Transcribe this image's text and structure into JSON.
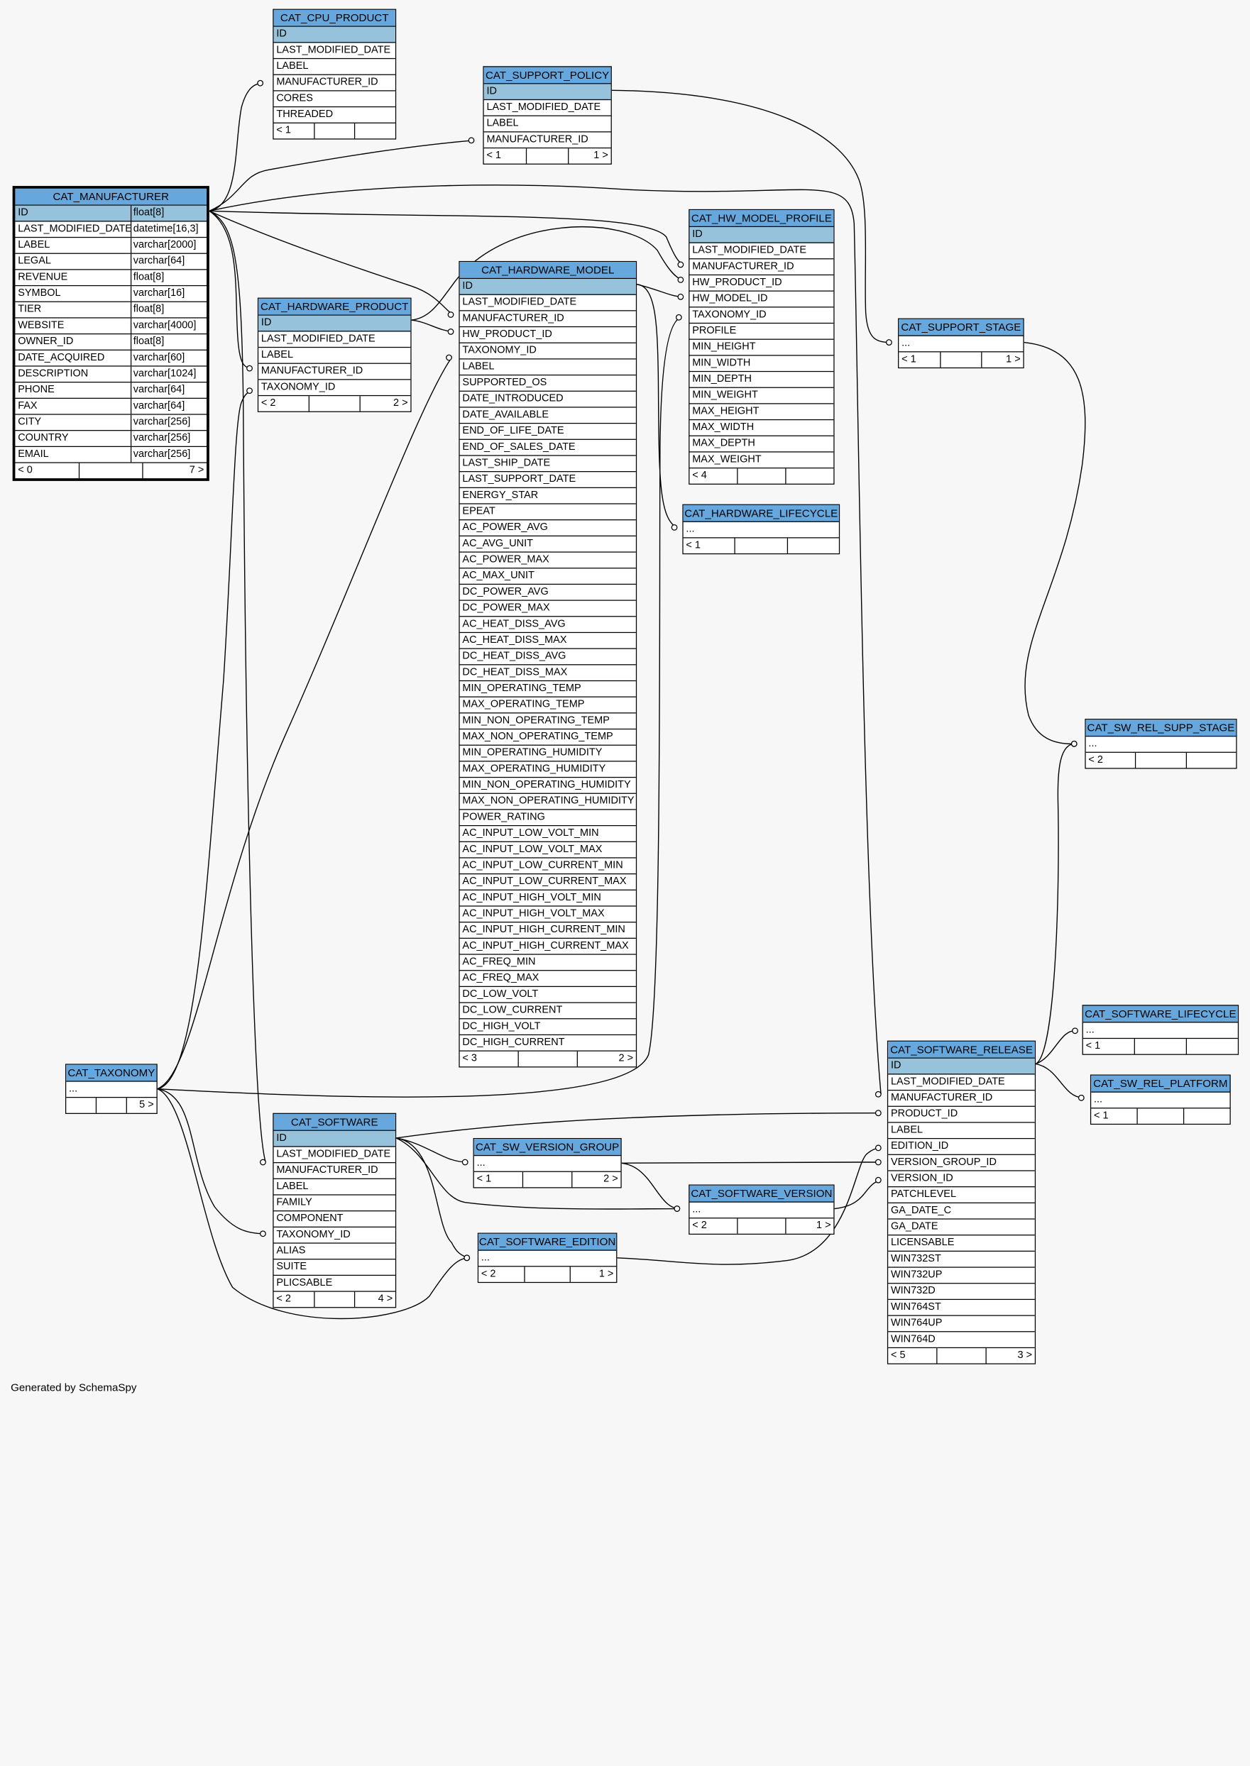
{
  "footer_text": "Generated by SchemaSpy",
  "colors": {
    "header": "#66a8de",
    "primary_key_row": "#96c2dc",
    "background": "#f7f7f7"
  },
  "tables": [
    {
      "name": "CAT_CPU_PRODUCT",
      "rows": [
        "ID",
        "LAST_MODIFIED_DATE",
        "LABEL",
        "MANUFACTURER_ID",
        "CORES",
        "THREADED"
      ],
      "footer": [
        "< 1",
        "",
        ""
      ]
    },
    {
      "name": "CAT_SUPPORT_POLICY",
      "rows": [
        "ID",
        "LAST_MODIFIED_DATE",
        "LABEL",
        "MANUFACTURER_ID"
      ],
      "footer": [
        "< 1",
        "",
        "1 >"
      ]
    },
    {
      "name": "CAT_MANUFACTURER",
      "rows": [
        "ID",
        "LAST_MODIFIED_DATE",
        "LABEL",
        "LEGAL",
        "REVENUE",
        "SYMBOL",
        "TIER",
        "WEBSITE",
        "OWNER_ID",
        "DATE_ACQUIRED",
        "DESCRIPTION",
        "PHONE",
        "FAX",
        "CITY",
        "COUNTRY",
        "EMAIL"
      ],
      "types": [
        "float[8]",
        "datetime[16,3]",
        "varchar[2000]",
        "varchar[64]",
        "float[8]",
        "varchar[16]",
        "float[8]",
        "varchar[4000]",
        "float[8]",
        "varchar[60]",
        "varchar[1024]",
        "varchar[64]",
        "varchar[64]",
        "varchar[256]",
        "varchar[256]",
        "varchar[256]"
      ],
      "footer": [
        "< 0",
        "",
        "7 >"
      ]
    },
    {
      "name": "CAT_HW_MODEL_PROFILE",
      "rows": [
        "ID",
        "LAST_MODIFIED_DATE",
        "MANUFACTURER_ID",
        "HW_PRODUCT_ID",
        "HW_MODEL_ID",
        "TAXONOMY_ID",
        "PROFILE",
        "MIN_HEIGHT",
        "MIN_WIDTH",
        "MIN_DEPTH",
        "MIN_WEIGHT",
        "MAX_HEIGHT",
        "MAX_WIDTH",
        "MAX_DEPTH",
        "MAX_WEIGHT"
      ],
      "footer": [
        "< 4",
        "",
        ""
      ]
    },
    {
      "name": "CAT_HARDWARE_MODEL",
      "rows": [
        "ID",
        "LAST_MODIFIED_DATE",
        "MANUFACTURER_ID",
        "HW_PRODUCT_ID",
        "TAXONOMY_ID",
        "LABEL",
        "SUPPORTED_OS",
        "DATE_INTRODUCED",
        "DATE_AVAILABLE",
        "END_OF_LIFE_DATE",
        "END_OF_SALES_DATE",
        "LAST_SHIP_DATE",
        "LAST_SUPPORT_DATE",
        "ENERGY_STAR",
        "EPEAT",
        "AC_POWER_AVG",
        "AC_AVG_UNIT",
        "AC_POWER_MAX",
        "AC_MAX_UNIT",
        "DC_POWER_AVG",
        "DC_POWER_MAX",
        "AC_HEAT_DISS_AVG",
        "AC_HEAT_DISS_MAX",
        "DC_HEAT_DISS_AVG",
        "DC_HEAT_DISS_MAX",
        "MIN_OPERATING_TEMP",
        "MAX_OPERATING_TEMP",
        "MIN_NON_OPERATING_TEMP",
        "MAX_NON_OPERATING_TEMP",
        "MIN_OPERATING_HUMIDITY",
        "MAX_OPERATING_HUMIDITY",
        "MIN_NON_OPERATING_HUMIDITY",
        "MAX_NON_OPERATING_HUMIDITY",
        "POWER_RATING",
        "AC_INPUT_LOW_VOLT_MIN",
        "AC_INPUT_LOW_VOLT_MAX",
        "AC_INPUT_LOW_CURRENT_MIN",
        "AC_INPUT_LOW_CURRENT_MAX",
        "AC_INPUT_HIGH_VOLT_MIN",
        "AC_INPUT_HIGH_VOLT_MAX",
        "AC_INPUT_HIGH_CURRENT_MIN",
        "AC_INPUT_HIGH_CURRENT_MAX",
        "AC_FREQ_MIN",
        "AC_FREQ_MAX",
        "DC_LOW_VOLT",
        "DC_LOW_CURRENT",
        "DC_HIGH_VOLT",
        "DC_HIGH_CURRENT"
      ],
      "footer": [
        "< 3",
        "",
        "2 >"
      ]
    },
    {
      "name": "CAT_HARDWARE_PRODUCT",
      "rows": [
        "ID",
        "LAST_MODIFIED_DATE",
        "LABEL",
        "MANUFACTURER_ID",
        "TAXONOMY_ID"
      ],
      "footer": [
        "< 2",
        "",
        "2 >"
      ]
    },
    {
      "name": "CAT_SUPPORT_STAGE",
      "rows": [
        "..."
      ],
      "footer": [
        "< 1",
        "",
        "1 >"
      ]
    },
    {
      "name": "CAT_HARDWARE_LIFECYCLE",
      "rows": [
        "..."
      ],
      "footer": [
        "< 1",
        "",
        ""
      ]
    },
    {
      "name": "CAT_SW_REL_SUPP_STAGE",
      "rows": [
        "..."
      ],
      "footer": [
        "< 2",
        "",
        ""
      ]
    },
    {
      "name": "CAT_SOFTWARE_LIFECYCLE",
      "rows": [
        "..."
      ],
      "footer": [
        "< 1",
        "",
        ""
      ]
    },
    {
      "name": "CAT_SW_REL_PLATFORM",
      "rows": [
        "..."
      ],
      "footer": [
        "< 1",
        "",
        ""
      ]
    },
    {
      "name": "CAT_TAXONOMY",
      "rows": [
        "..."
      ],
      "footer": [
        "",
        "",
        "5 >"
      ]
    },
    {
      "name": "CAT_SOFTWARE",
      "rows": [
        "ID",
        "LAST_MODIFIED_DATE",
        "MANUFACTURER_ID",
        "LABEL",
        "FAMILY",
        "COMPONENT",
        "TAXONOMY_ID",
        "ALIAS",
        "SUITE",
        "PLICSABLE"
      ],
      "footer": [
        "< 2",
        "",
        "4 >"
      ]
    },
    {
      "name": "CAT_SW_VERSION_GROUP",
      "rows": [
        "..."
      ],
      "footer": [
        "< 1",
        "",
        "2 >"
      ]
    },
    {
      "name": "CAT_SOFTWARE_VERSION",
      "rows": [
        "..."
      ],
      "footer": [
        "< 2",
        "",
        "1 >"
      ]
    },
    {
      "name": "CAT_SOFTWARE_EDITION",
      "rows": [
        "..."
      ],
      "footer": [
        "< 2",
        "",
        "1 >"
      ]
    },
    {
      "name": "CAT_SOFTWARE_RELEASE",
      "rows": [
        "ID",
        "LAST_MODIFIED_DATE",
        "MANUFACTURER_ID",
        "PRODUCT_ID",
        "LABEL",
        "EDITION_ID",
        "VERSION_GROUP_ID",
        "VERSION_ID",
        "PATCHLEVEL",
        "GA_DATE_C",
        "GA_DATE",
        "LICENSABLE",
        "WIN732ST",
        "WIN732UP",
        "WIN732D",
        "WIN764ST",
        "WIN764UP",
        "WIN764D"
      ],
      "footer": [
        "< 5",
        "",
        "3 >"
      ]
    }
  ]
}
